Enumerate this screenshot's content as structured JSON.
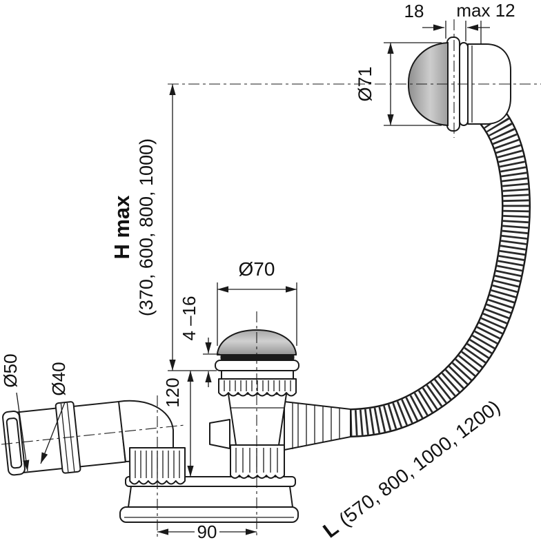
{
  "drawing": {
    "colors": {
      "line": "#1a1a1a",
      "metal": "#b0b0b0",
      "background": "#ffffff"
    },
    "dimensions": {
      "flange_width": "18",
      "wall_thickness_max": "max 12",
      "overflow_cap_diameter": "Ø71",
      "height_label": "H max",
      "height_options": "(370, 600, 800, 1000)",
      "plug_cap_diameter": "Ø70",
      "plug_adjustment": "4 –16",
      "body_height": "120",
      "pipe_outer_diameter": "Ø50",
      "pipe_inner_diameter": "Ø40",
      "axis_distance": "90",
      "hose_length_label": "L",
      "hose_length_options": "(570, 800, 1000, 1200)"
    }
  }
}
